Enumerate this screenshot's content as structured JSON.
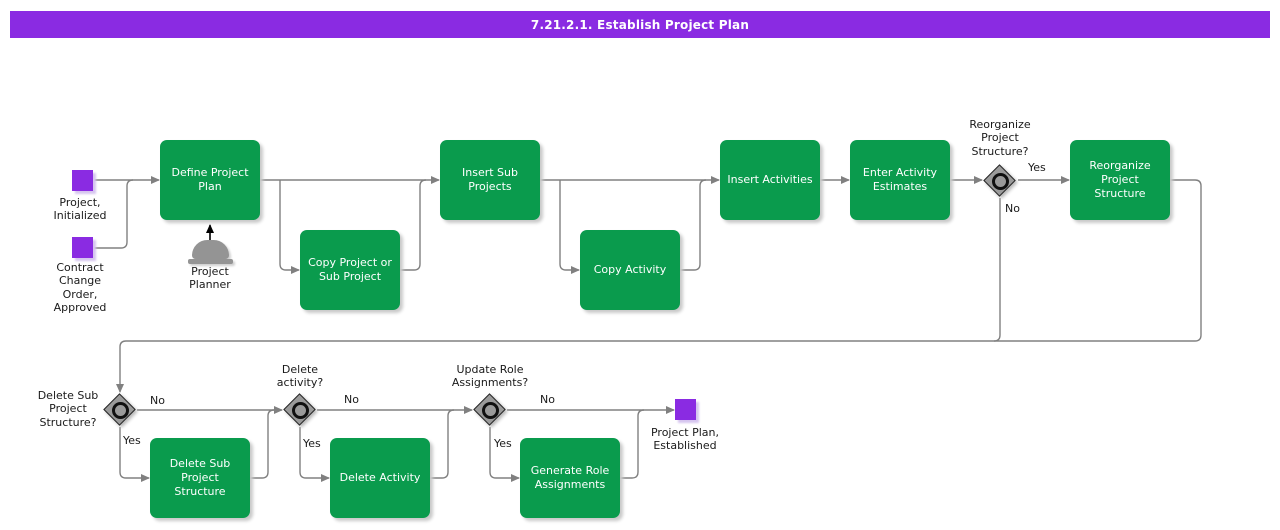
{
  "title": "7.21.2.1. Establish Project Plan",
  "colors": {
    "header_bg": "#8a2be2",
    "event_fill": "#8a2be2",
    "task_fill": "#0a9b4d",
    "connector": "#808080",
    "gateway_fill": "#9a9a9a",
    "text": "#1a1a1a"
  },
  "labels": {
    "yes": "Yes",
    "no": "No"
  },
  "events": {
    "project_initialized": "Project,\nInitialized",
    "contract_change_order": "Contract\nChange\nOrder,\nApproved",
    "project_plan_established": "Project Plan,\nEstablished"
  },
  "tasks": {
    "define_project_plan": "Define Project\nPlan",
    "copy_project_or_sub_project": "Copy Project or\nSub Project",
    "insert_sub_projects": "Insert Sub\nProjects",
    "copy_activity": "Copy Activity",
    "insert_activities": "Insert Activities",
    "enter_activity_estimates": "Enter Activity\nEstimates",
    "reorganize_project_structure": "Reorganize\nProject\nStructure",
    "delete_sub_project_structure": "Delete Sub\nProject\nStructure",
    "delete_activity": "Delete Activity",
    "generate_role_assignments": "Generate Role\nAssignments"
  },
  "gateways": {
    "reorganize_project_structure_q": "Reorganize\nProject\nStructure?",
    "delete_sub_project_structure_q": "Delete Sub\nProject\nStructure?",
    "delete_activity_q": "Delete\nactivity?",
    "update_role_assignments_q": "Update Role\nAssignments?"
  },
  "actor": {
    "label": "Project\nPlanner"
  }
}
